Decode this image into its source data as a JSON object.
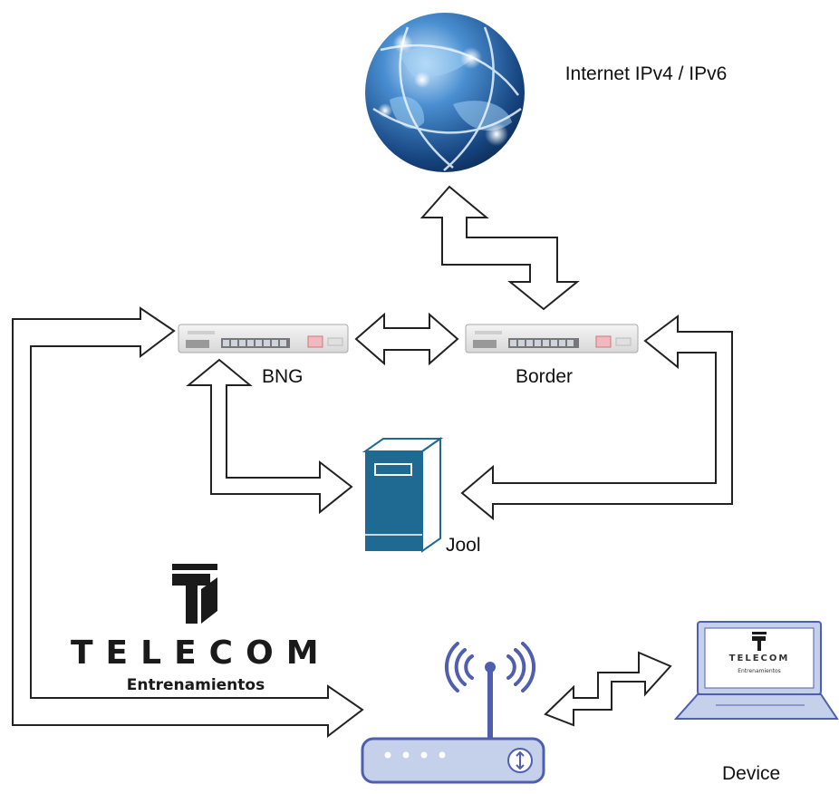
{
  "nodes": {
    "internet": "Internet IPv4 / IPv6",
    "bng": "BNG",
    "border": "Border",
    "jool": "Jool",
    "device": "Device"
  },
  "logo": {
    "word": "TELECOM",
    "sub": "Entrenamientos"
  },
  "laptop_screen": {
    "word": "TELECOM",
    "sub": "Entrenamientos"
  },
  "colors": {
    "globe": "#1f5fa6",
    "server": "#1e6a92",
    "device_fill": "#c5d0ea",
    "device_stroke": "#4f5fb0",
    "arrow_stroke": "#222222"
  }
}
